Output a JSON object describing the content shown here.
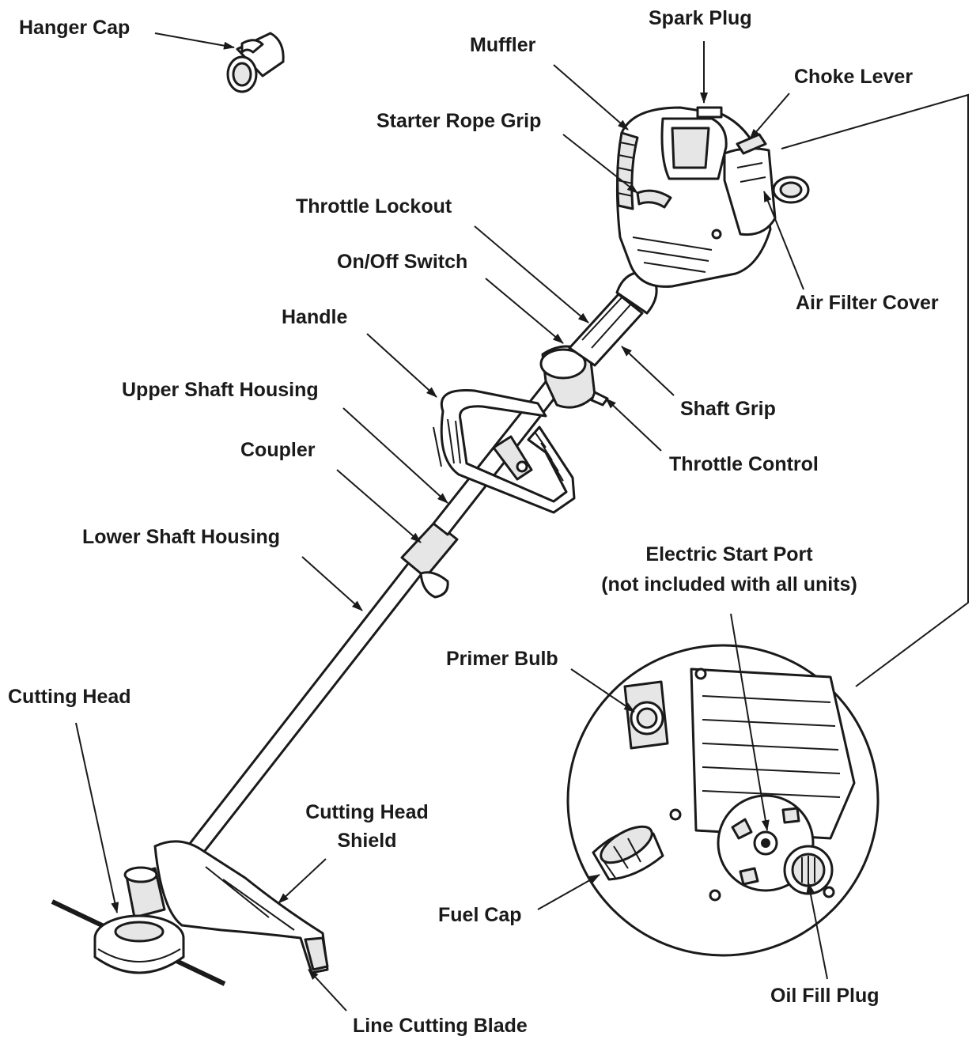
{
  "labels": {
    "hanger_cap": "Hanger Cap",
    "spark_plug": "Spark Plug",
    "muffler": "Muffler",
    "choke_lever": "Choke Lever",
    "starter_rope_grip": "Starter Rope Grip",
    "throttle_lockout": "Throttle Lockout",
    "on_off_switch": "On/Off Switch",
    "air_filter_cover": "Air Filter Cover",
    "handle": "Handle",
    "upper_shaft_housing": "Upper Shaft Housing",
    "shaft_grip": "Shaft Grip",
    "coupler": "Coupler",
    "throttle_control": "Throttle Control",
    "lower_shaft_housing": "Lower Shaft Housing",
    "electric_start_port_line1": "Electric Start Port",
    "electric_start_port_line2": "(not included with all units)",
    "primer_bulb": "Primer Bulb",
    "cutting_head": "Cutting Head",
    "cutting_head_shield_line1": "Cutting Head",
    "cutting_head_shield_line2": "Shield",
    "fuel_cap": "Fuel Cap",
    "oil_fill_plug": "Oil Fill Plug",
    "line_cutting_blade": "Line Cutting Blade"
  }
}
